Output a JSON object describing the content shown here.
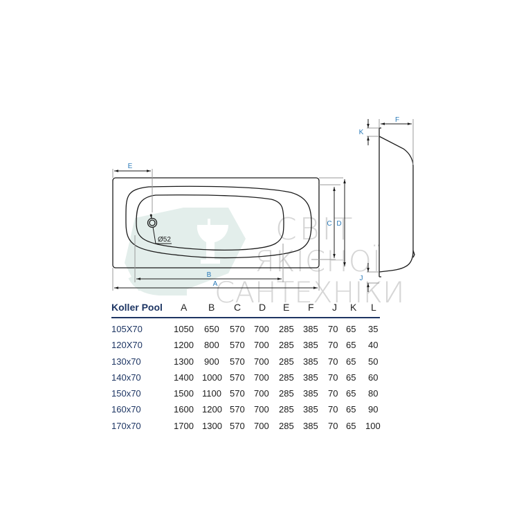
{
  "drawing": {
    "line_color": "#1a1a1a",
    "dim_color": "#888888",
    "label_color": "#2a7ab8",
    "top_view_labels": {
      "E": "E",
      "A": "A",
      "B": "B",
      "C": "C",
      "D": "D",
      "drain": "Ø52"
    },
    "side_view_labels": {
      "F": "F",
      "K": "K",
      "J": "J"
    }
  },
  "watermark": {
    "lines": [
      "СВІТ",
      "ЯКІСНОЇ",
      "САНТЕХНІКИ"
    ],
    "logo": "sink-bathtub-hexagon-logo",
    "color": "#d6d6d6",
    "logo_color": "#dde9e6"
  },
  "table": {
    "header": {
      "model": "Koller Pool",
      "columns": [
        "A",
        "B",
        "C",
        "D",
        "E",
        "F",
        "J",
        "K",
        "L"
      ]
    },
    "rows": [
      {
        "model": "105X70",
        "values": [
          "1050",
          "650",
          "570",
          "700",
          "285",
          "385",
          "70",
          "65",
          "35"
        ]
      },
      {
        "model": "120X70",
        "values": [
          "1200",
          "800",
          "570",
          "700",
          "285",
          "385",
          "70",
          "65",
          "40"
        ]
      },
      {
        "model": "130x70",
        "values": [
          "1300",
          "900",
          "570",
          "700",
          "285",
          "385",
          "70",
          "65",
          "50"
        ]
      },
      {
        "model": "140x70",
        "values": [
          "1400",
          "1000",
          "570",
          "700",
          "285",
          "385",
          "70",
          "65",
          "60"
        ]
      },
      {
        "model": "150x70",
        "values": [
          "1500",
          "1100",
          "570",
          "700",
          "285",
          "385",
          "70",
          "65",
          "80"
        ]
      },
      {
        "model": "160x70",
        "values": [
          "1600",
          "1200",
          "570",
          "700",
          "285",
          "385",
          "70",
          "65",
          "90"
        ]
      },
      {
        "model": "170x70",
        "values": [
          "1700",
          "1300",
          "570",
          "700",
          "285",
          "385",
          "70",
          "65",
          "100"
        ]
      }
    ],
    "header_color": "#1d3563",
    "rule_color": "#1d3563"
  }
}
